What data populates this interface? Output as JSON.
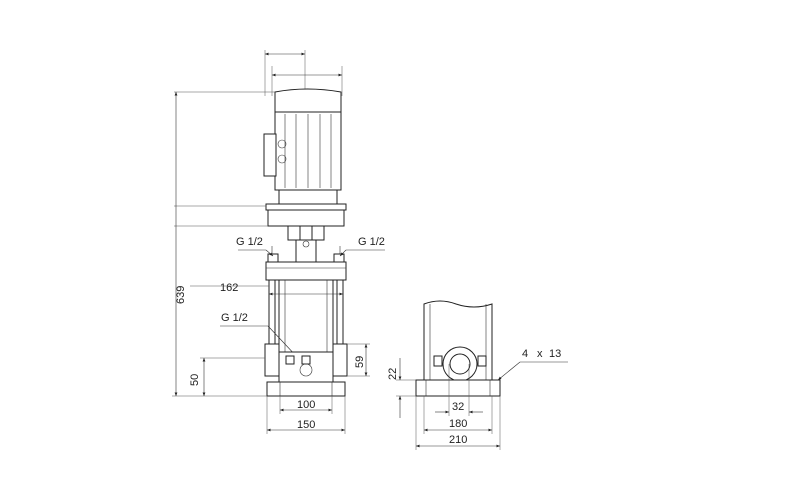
{
  "title": "",
  "views": {
    "side_view": {
      "connections": {
        "upper_left": "G 1/2",
        "upper_right": "G 1/2",
        "lower_left": "G 1/2"
      },
      "dimensions": {
        "overall_height": "639",
        "port_spacing": "162",
        "inlet_height": "50",
        "port_height": "59",
        "base_inner": "100",
        "base_outer": "150"
      }
    },
    "end_view": {
      "dimensions": {
        "foot_height": "22",
        "port_diameter": "32",
        "hole_spacing": "180",
        "base_width": "210"
      },
      "holes": {
        "count": "4",
        "times": "x",
        "diameter": "13"
      }
    }
  }
}
